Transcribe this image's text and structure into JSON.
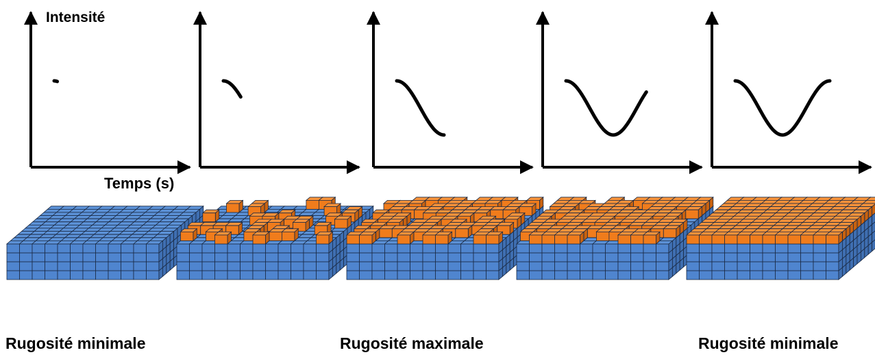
{
  "axis": {
    "y_label": "Intensité",
    "x_label": "Temps (s)"
  },
  "captions": [
    "Rugosité minimale",
    "Rugosité maximale",
    "Rugosité minimale"
  ],
  "stages": [
    {
      "curve_progress": 0.04,
      "layer_coverage": 0.0
    },
    {
      "curve_progress": 0.19,
      "layer_coverage": 0.3
    },
    {
      "curve_progress": 0.5,
      "layer_coverage": 0.55
    },
    {
      "curve_progress": 0.85,
      "layer_coverage": 0.8
    },
    {
      "curve_progress": 1.0,
      "layer_coverage": 1.0
    }
  ],
  "colors": {
    "substrate_top": "#5c92d8",
    "substrate_front": "#4f85cf",
    "substrate_side": "#3f6fb2",
    "deposit_top": "#f9933a",
    "deposit_front": "#f07c1c",
    "deposit_side": "#c9620f",
    "grid": "#1a2a44",
    "axis": "#000000"
  }
}
